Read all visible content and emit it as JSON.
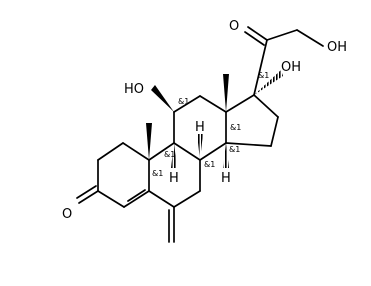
{
  "figure": {
    "kind": "skeletal-structure",
    "line_color": "#000000",
    "background": "#ffffff"
  },
  "atom_labels": {
    "oh_side_chain": "OH",
    "o_ketone_side_chain": "O",
    "oh_c17": "OH",
    "ho_c11": "HO",
    "o_c3": "O",
    "h_c8": "H",
    "h_c14": "H",
    "h_c9": "H"
  },
  "stereo_marks": {
    "c17": "&1",
    "c13": "&1",
    "c11": "&1",
    "c9": "&1",
    "c8": "&1",
    "c14": "&1",
    "c10": "&1"
  }
}
